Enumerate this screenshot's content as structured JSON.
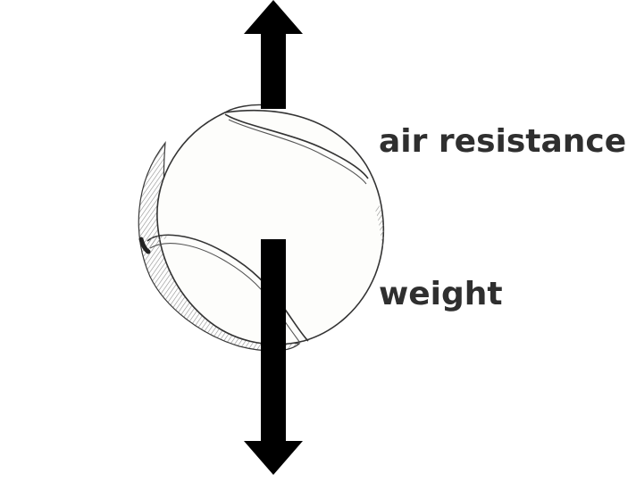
{
  "colors": {
    "arrow": "#000000",
    "ball_fill": "#fdfdfb",
    "ball_outline": "#3a3a3a",
    "shading": "#9a9a9a",
    "label_text": "#2f2f2f"
  },
  "forces": {
    "upward": {
      "label": "air resistance",
      "direction": "up"
    },
    "downward": {
      "label": "weight",
      "direction": "down"
    }
  },
  "object": {
    "icon": "tennis-ball-icon"
  }
}
